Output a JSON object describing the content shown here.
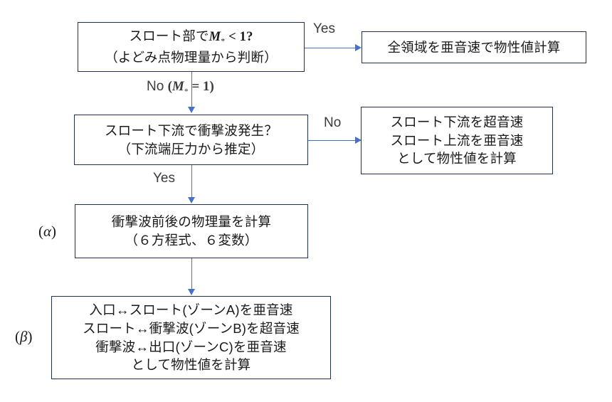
{
  "diagram": {
    "title": "Slot flow regime decision flowchart",
    "accent_color": "#4472c4",
    "box_border_color": "#1f3050",
    "text_color": "#1a1a1a",
    "background": "#ffffff"
  },
  "nodes": {
    "decision1": {
      "line1_pre": "スロート部で",
      "line1_var": "M",
      "line1_sub": "*",
      "line1_rel": " < 1?",
      "line2": "（よどみ点物理量から判断）"
    },
    "action_subsonic_all": {
      "line1": "全領域を亜音速で物性値計算"
    },
    "decision2": {
      "line1": "スロート下流で衝撃波発生？",
      "line2": "（下流端圧力から推定）"
    },
    "action_no_shock": {
      "line1": "スロート下流を超音速",
      "line2": "スロート上流を亜音速",
      "line3": "として物性値を計算"
    },
    "action_alpha": {
      "line1": "衝撃波前後の物理量を計算",
      "line2": "（６方程式、６変数）"
    },
    "action_beta": {
      "line1": "入口↔スロート(ゾーンA)を亜音速",
      "line2": "スロート↔衝撃波(ゾーンB)を超音速",
      "line3": "衝撃波↔出口(ゾーンC)を亜音速",
      "line4": "として物性値を計算"
    }
  },
  "edge_labels": {
    "yes_top": "Yes",
    "no_down_text": "No",
    "no_down_math_open": "(",
    "no_down_math_var": "M",
    "no_down_math_sub": "*",
    "no_down_math_rel": " = 1",
    "no_down_math_close": ")",
    "no_right": "No",
    "yes_down": "Yes"
  },
  "annotations": {
    "alpha": "α",
    "beta": "β",
    "paren_open": "(",
    "paren_close": ")"
  }
}
